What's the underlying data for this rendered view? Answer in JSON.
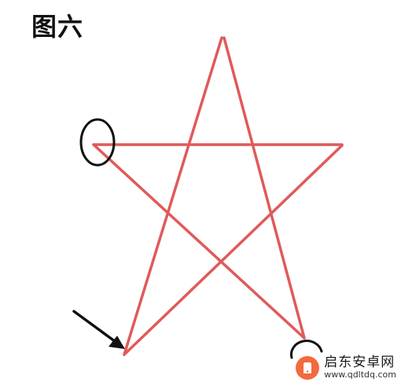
{
  "figure": {
    "label": "图六"
  },
  "colors": {
    "star_stroke": "#e05a5a",
    "annotation": "#111111",
    "watermark_accent": "#f26a3d"
  },
  "annotations": {
    "start_marker": "circle",
    "end_marker": "partial-circle",
    "arrow_target": "bottom-left-vertex"
  },
  "watermark": {
    "title": "启东安卓网",
    "url": "www.qdltdq.com"
  }
}
